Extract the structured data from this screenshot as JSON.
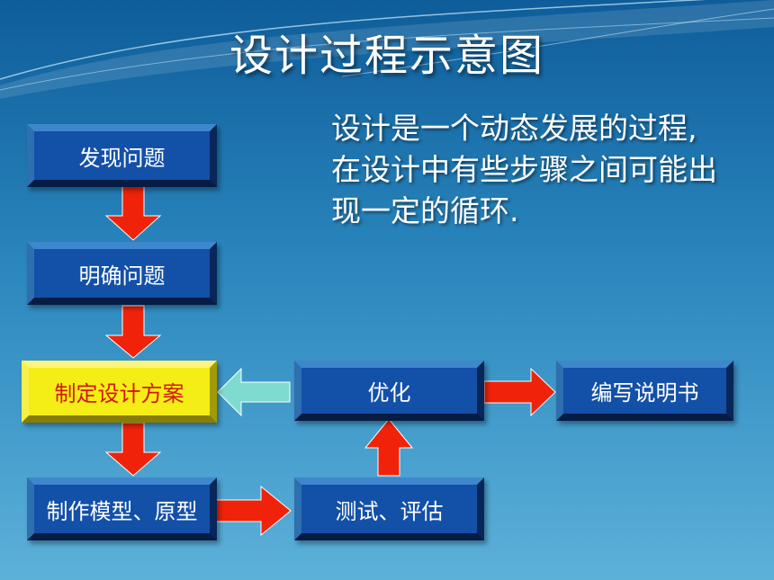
{
  "title": "设计过程示意图",
  "description": "设计是一个动态发展的过程, 在设计中有些步骤之间可能出现一定的循环.",
  "nodes": {
    "discover": "发现问题",
    "clarify": "明确问题",
    "plan": "制定设计方案",
    "optimize": "优化",
    "manual": "编写说明书",
    "prototype": "制作模型、原型",
    "test": "测试、评估"
  },
  "colors": {
    "box": "#1350a8",
    "highlight_box": "#f5ee16",
    "highlight_text": "#d4170d",
    "arrow": "#f0230a",
    "feedback_arrow": "#7fdbd0"
  }
}
